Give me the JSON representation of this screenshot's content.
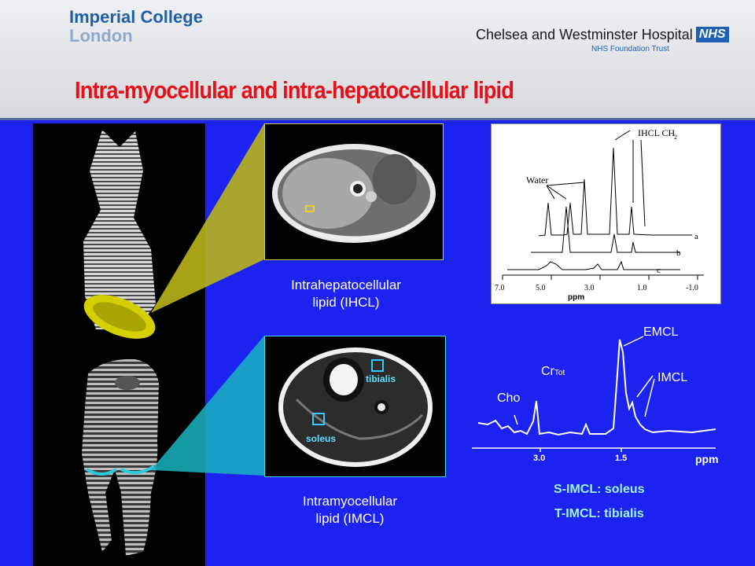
{
  "header": {
    "imperial_line1": "Imperial College",
    "imperial_line2": "London",
    "hospital_name": "Chelsea and Westminster Hospital",
    "nhs_badge": "NHS",
    "trust_label": "NHS Foundation Trust"
  },
  "title": "Intra-myocellular and intra-hepatocellular lipid",
  "ihcl": {
    "caption_line1": "Intrahepatocellular",
    "caption_line2": "lipid (IHCL)"
  },
  "imcl": {
    "caption_line1": "Intramyocellular",
    "caption_line2": "lipid (IMCL)",
    "roi_tibialis": "tibialis",
    "roi_soleus": "soleus"
  },
  "spectrum_top": {
    "water_label": "Water",
    "ihcl_label": "IHCL CH",
    "ihcl_subscript": "2",
    "trace_labels": [
      "a",
      "b",
      "c"
    ],
    "ticks": [
      "7.0",
      "5.0",
      "3.0",
      "1.0",
      "-1.0"
    ],
    "axis_label": "ppm"
  },
  "spectrum_muscle": {
    "labels": {
      "emcl": "EMCL",
      "imcl": "IMCL",
      "cho": "Cho",
      "cr": "Cr",
      "cr_sub": "Tot"
    },
    "ticks": [
      "3.0",
      "1.5"
    ],
    "axis_label": "ppm"
  },
  "legend": {
    "s_imcl": "S-IMCL: soleus",
    "t_imcl": "T-IMCL: tibialis"
  },
  "colors": {
    "background": "#1c22f0",
    "title": "#e4101a",
    "liver_highlight": "#c8c418",
    "muscle_highlight": "#2ec8d8",
    "roi_cyan": "#5fe0ff"
  }
}
